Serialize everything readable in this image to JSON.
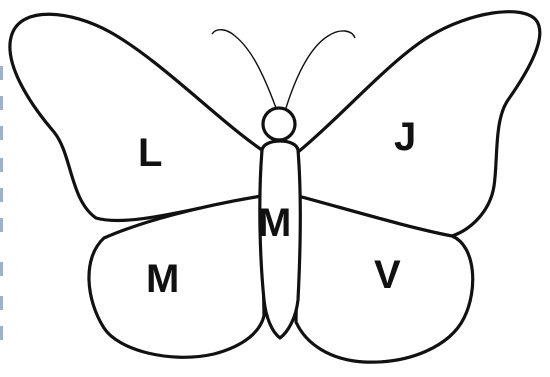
{
  "wing_letters": {
    "upper_left": "L",
    "upper_right": "J",
    "body": "M",
    "lower_left": "M",
    "lower_right": "V"
  },
  "colors": {
    "outline": "#111111",
    "fill": "#ffffff",
    "background": "#ffffff",
    "edge_marks": "#9fb3c8"
  }
}
